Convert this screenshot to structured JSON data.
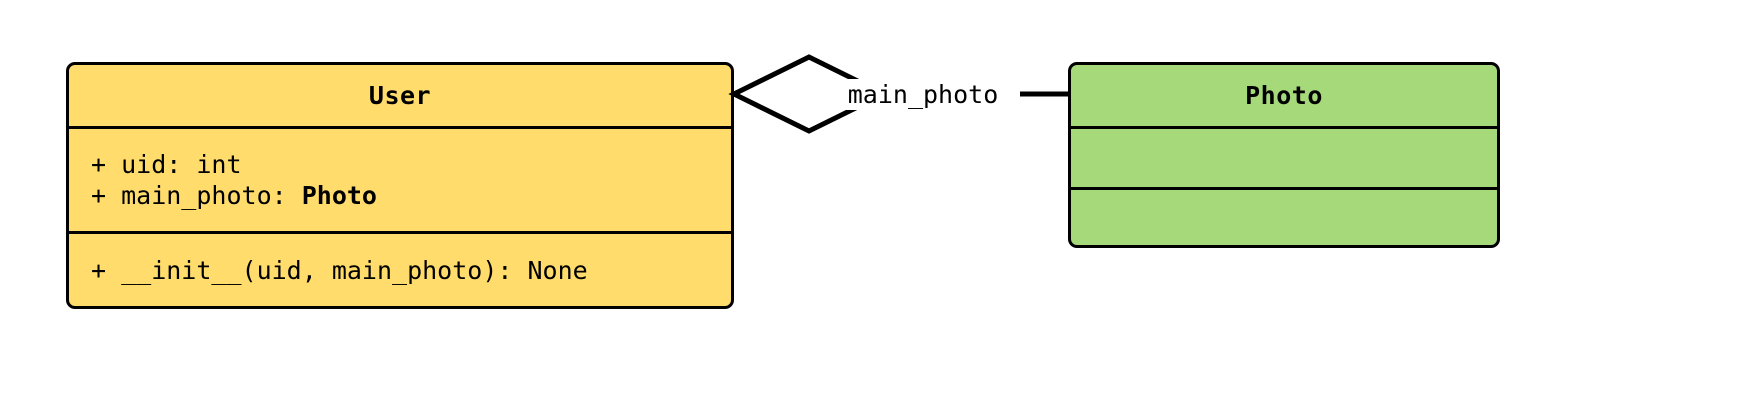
{
  "diagram": {
    "type": "uml-class-diagram",
    "background_color": "#ffffff",
    "line_color": "#000000",
    "classes": [
      {
        "id": "user",
        "name": "User",
        "fill_color": "#ffdc6b",
        "attributes": [
          {
            "visibility": "+",
            "text": "+ uid: int",
            "name_part": "+ uid: int",
            "type_part": "",
            "type_bold": false
          },
          {
            "visibility": "+",
            "text": "+ main_photo: Photo",
            "name_part": "+ main_photo: ",
            "type_part": "Photo",
            "type_bold": true
          }
        ],
        "methods": [
          {
            "visibility": "+",
            "text": "+ __init__(uid, main_photo): None",
            "name_part": "+ __init__(uid, main_photo): None",
            "type_part": "",
            "type_bold": false
          }
        ]
      },
      {
        "id": "photo",
        "name": "Photo",
        "fill_color": "#a5d979",
        "attributes": [],
        "methods": []
      }
    ],
    "relationships": [
      {
        "id": "user-main-photo",
        "kind": "aggregation",
        "source": "User",
        "target": "Photo",
        "label": "main_photo",
        "diamond_fill": "#ffffff",
        "diamond_stroke": "#000000"
      }
    ]
  }
}
